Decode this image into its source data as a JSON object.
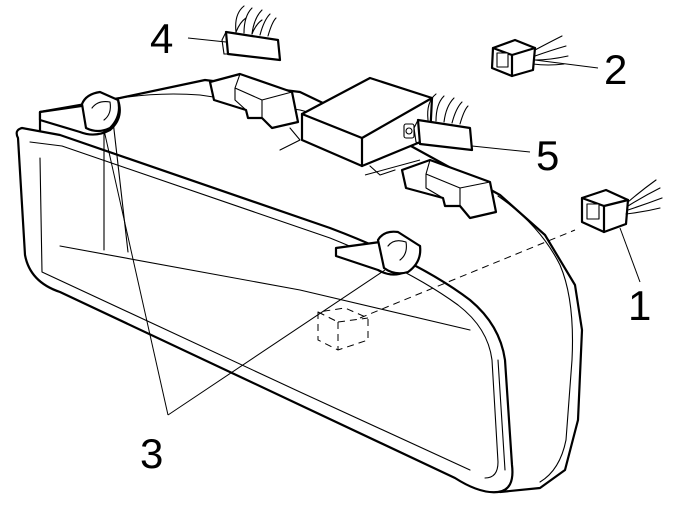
{
  "callouts": [
    {
      "id": "1",
      "label": "1"
    },
    {
      "id": "2",
      "label": "2"
    },
    {
      "id": "3",
      "label": "3"
    },
    {
      "id": "4",
      "label": "4"
    },
    {
      "id": "5",
      "label": "5"
    }
  ]
}
